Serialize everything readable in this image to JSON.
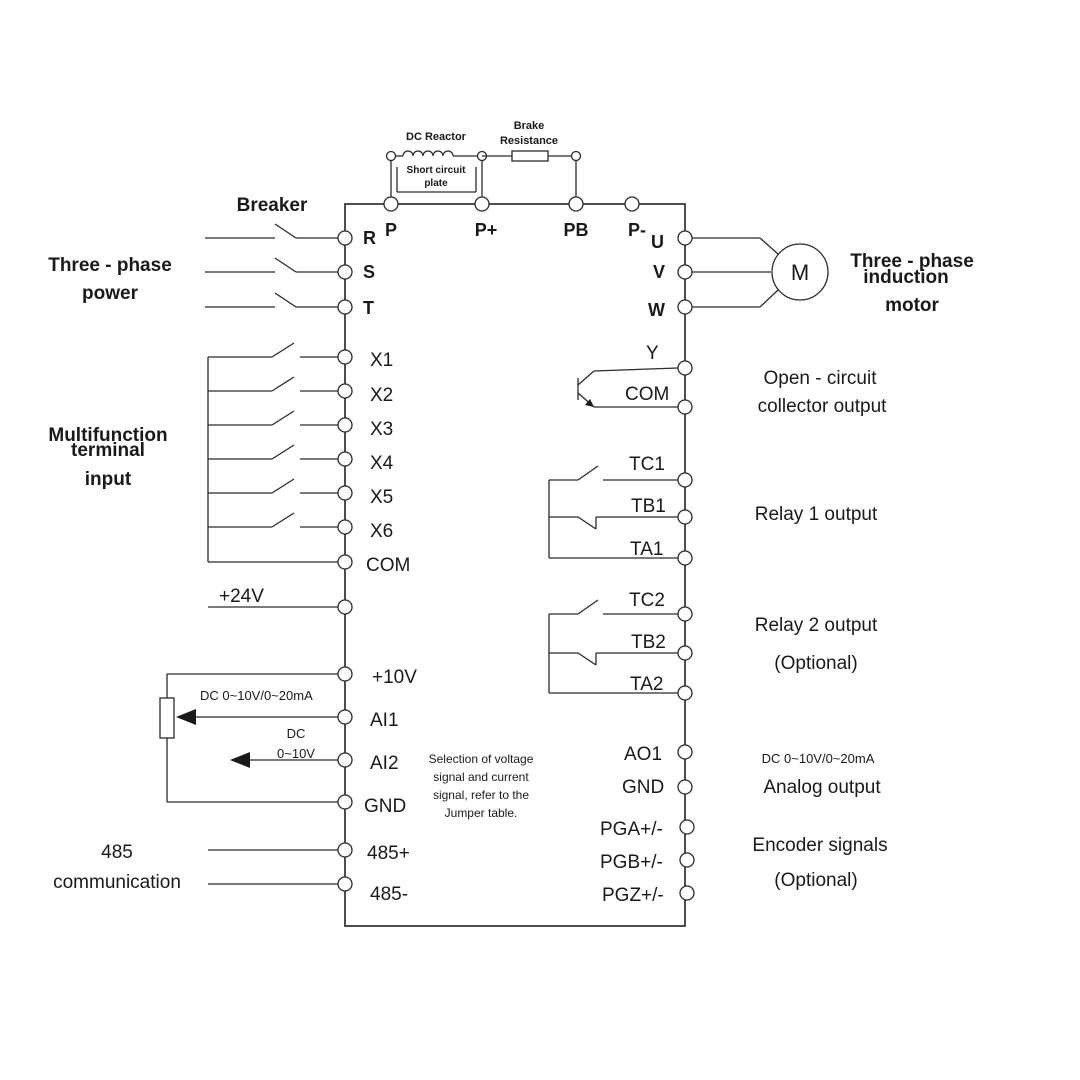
{
  "top": {
    "dc_reactor": "DC Reactor",
    "short_circuit_1": "Short circuit",
    "short_circuit_2": "plate",
    "brake_1": "Brake",
    "brake_2": "Resistance"
  },
  "bus_terminals": {
    "p": "P",
    "p_plus": "P+",
    "pb": "PB",
    "p_minus": "P-"
  },
  "power": {
    "breaker": "Breaker",
    "title_1": "Three - phase",
    "title_2": "power",
    "r": "R",
    "s": "S",
    "t": "T"
  },
  "motor": {
    "title_1": "Three - phase",
    "title_2": "induction",
    "title_3": "motor",
    "symbol": "M",
    "u": "U",
    "v": "V",
    "w": "W"
  },
  "inputs": {
    "title_1": "Multifunction",
    "title_2": "terminal",
    "title_3": "input",
    "x1": "X1",
    "x2": "X2",
    "x3": "X3",
    "x4": "X4",
    "x5": "X5",
    "x6": "X6",
    "com": "COM",
    "plus24": "+24V"
  },
  "analog_in": {
    "plus10": "+10V",
    "ai1": "AI1",
    "ai1_range": "DC 0~10V/0~20mA",
    "ai2": "AI2",
    "ai2_range_1": "DC",
    "ai2_range_2": "0~10V",
    "gnd": "GND",
    "note_1": "Selection of voltage",
    "note_2": "signal and current",
    "note_3": "signal, refer to the",
    "note_4": "Jumper table."
  },
  "comm": {
    "title_1": "485",
    "title_2": "communication",
    "plus": "485+",
    "minus": "485-"
  },
  "open_collector": {
    "y": "Y",
    "com": "COM",
    "title_1": "Open - circuit",
    "title_2": "collector output"
  },
  "relay1": {
    "tc": "TC1",
    "tb": "TB1",
    "ta": "TA1",
    "title": "Relay 1 output"
  },
  "relay2": {
    "tc": "TC2",
    "tb": "TB2",
    "ta": "TA2",
    "title_1": "Relay 2 output",
    "title_2": "(Optional)"
  },
  "analog_out": {
    "ao1": "AO1",
    "gnd": "GND",
    "range": "DC 0~10V/0~20mA",
    "title": "Analog output"
  },
  "encoder": {
    "pga": "PGA+/-",
    "pgb": "PGB+/-",
    "pgz": "PGZ+/-",
    "title_1": "Encoder signals",
    "title_2": "(Optional)"
  }
}
